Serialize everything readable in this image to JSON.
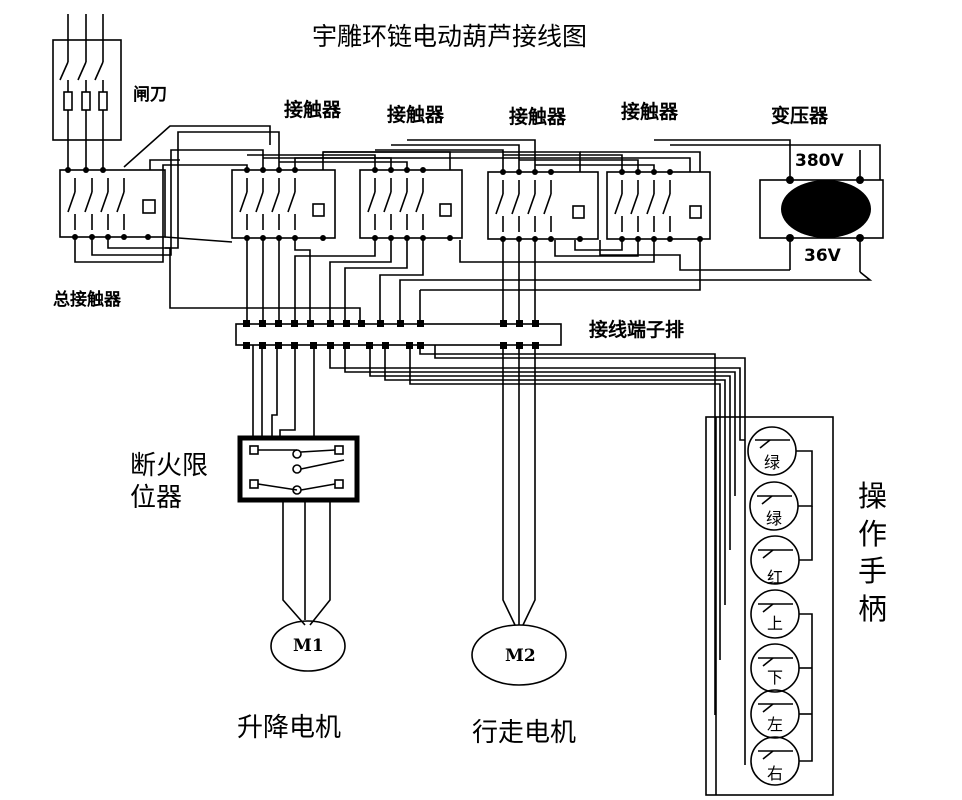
{
  "title": "宇雕环链电动葫芦接线图",
  "labels": {
    "knife_switch": "闸刀",
    "main_contactor": "总接触器",
    "contactor": "接触器",
    "transformer": "变压器",
    "v380": "380V",
    "v36": "36V",
    "terminal_block": "接线端子排",
    "limit_line1": "断火限",
    "limit_line2": "位器",
    "handle": "操作手柄",
    "m1": "M1",
    "m2": "M2",
    "lift_motor": "升降电机",
    "travel_motor": "行走电机"
  },
  "buttons": [
    "绿",
    "绿",
    "红",
    "上",
    "下",
    "左",
    "右"
  ],
  "colors": {
    "line": "#000000",
    "background": "#ffffff"
  }
}
